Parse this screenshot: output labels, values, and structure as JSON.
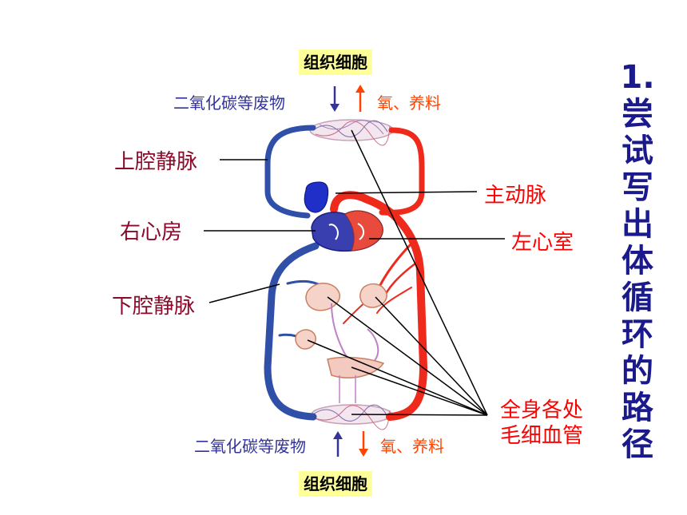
{
  "top": {
    "cells": "组织细胞",
    "waste": "二氧化碳等废物",
    "nutrients": "氧、养料"
  },
  "bottom": {
    "cells": "组织细胞",
    "waste": "二氧化碳等废物",
    "nutrients": "氧、养料"
  },
  "labels": {
    "superior_vena_cava": "上腔静脉",
    "right_atrium": "右心房",
    "inferior_vena_cava": "下腔静脉",
    "aorta": "主动脉",
    "left_ventricle": "左心室",
    "capillaries_line1": "全身各处",
    "capillaries_line2": "毛细血管"
  },
  "title_vertical": [
    "1.",
    "尝",
    "试",
    "写",
    "出",
    "体",
    "循",
    "环",
    "的",
    "路",
    "径"
  ],
  "colors": {
    "vein": "#2f4fa8",
    "artery": "#ee2a1c",
    "label_left": "#8b0a2a",
    "label_right": "#ff0000",
    "title": "#1a1a8c"
  }
}
